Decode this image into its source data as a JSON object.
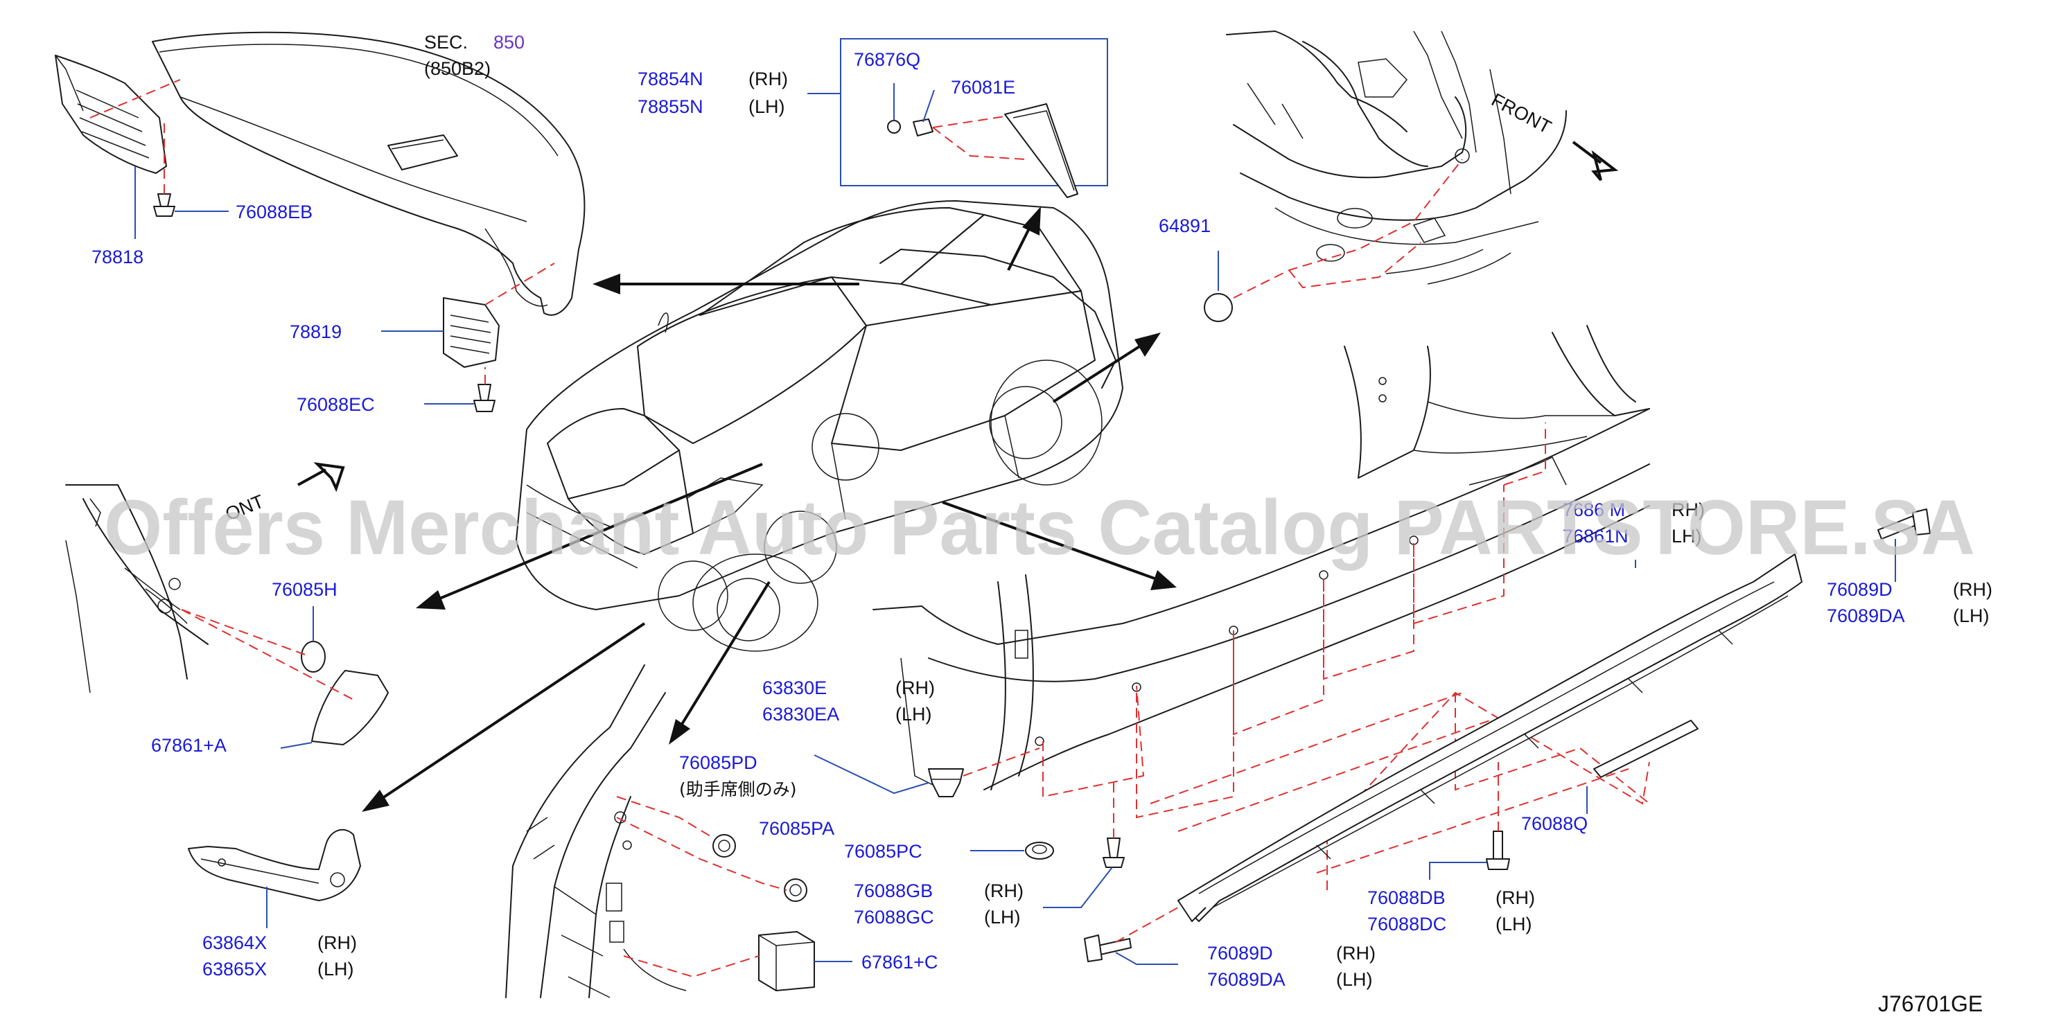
{
  "labels": {
    "sec": "SEC.",
    "sec_num": "850",
    "sec_sub": "(850B2)",
    "p78854N": "78854N",
    "p78855N": "78855N",
    "p76876Q": "76876Q",
    "p76081E": "76081E",
    "p76088EB": "76088EB",
    "p78818": "78818",
    "p78819": "78819",
    "p76088EC": "76088EC",
    "p64891": "64891",
    "p76085H": "76085H",
    "p67861A": "67861+A",
    "p63864X": "63864X",
    "p63865X": "63865X",
    "p76085PD": "76085PD",
    "jp_note": "(助手席側のみ)",
    "p76085PA": "76085PA",
    "p67861C": "67861+C",
    "p63830E": "63830E",
    "p63830EA": "63830EA",
    "p76085PC": "76085PC",
    "p76088GB": "76088GB",
    "p76088GC": "76088GC",
    "p76089D_a": "76089D",
    "p76089DA_a": "76089DA",
    "p76088DB": "76088DB",
    "p76088DC": "76088DC",
    "p76088Q": "76088Q",
    "p76089D_b": "76089D",
    "p76089DA_b": "76089DA",
    "p7686xM": "7686 M",
    "p76861N": "76861N",
    "rh": "(RH)",
    "lh": "(LH)",
    "rh_partial": "RH)",
    "lh_partial": "LH)",
    "front": "FRONT",
    "front_partial": "ONT",
    "diagram_code": "J76701GE",
    "watermark": "Offers Merchant Auto Parts Catalog PARTSTORE.SA"
  }
}
